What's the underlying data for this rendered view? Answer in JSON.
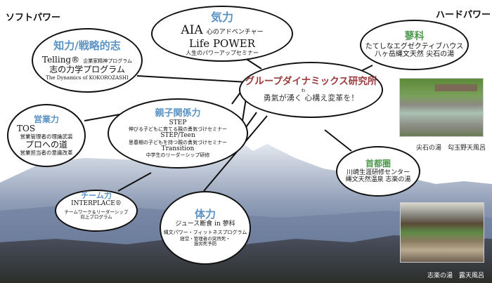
{
  "corners": {
    "soft": "ソフトパワー",
    "hard": "ハードパワー"
  },
  "center": {
    "title": "グループダイナミックス研究所",
    "ruby": "わ",
    "slogan": "勇氣が湧く 心構え変革を！"
  },
  "kiryoku": {
    "heading": "気力",
    "aia": "AIA",
    "aia_sub": "心のアドベンチャー",
    "life": "Life POWER",
    "life_sub": "人生のパワーアップセミナー"
  },
  "chiryoku": {
    "heading": "知力/戦略的志",
    "telling": "Telling®",
    "telling_sub": "企業家精神プログラム",
    "kokoro": "志の力学プログラム",
    "kokoro_en": "The Dynamics of KOKOROZASHI"
  },
  "tateshina": {
    "heading": "蓼科",
    "line1": "たてしなエグゼクティブハウス",
    "line2": "八ヶ岳縄文天然 尖石の湯"
  },
  "eigyo": {
    "heading": "営業力",
    "tos": "TOS",
    "tos_sub": "営業管理者の理論武装",
    "pro": "プロへの道",
    "pro_sub": "営業担当者の意識改革"
  },
  "oyako": {
    "heading": "親子関係力",
    "step": "STEP",
    "step_sub": "伸びる子どもに育てる親の勇気づけセミナー",
    "teen": "STEP/Teen",
    "teen_sub": "思春期の子どもを持つ親の勇気づけセミナー",
    "trans": "Transition",
    "trans_sub": "中学生のリーダーシップ研修"
  },
  "team": {
    "heading": "チーム力",
    "inter": "INTERPLACE®",
    "sub1": "チームワーク＆リーダーシップ",
    "sub2": "向上プログラム"
  },
  "tairyoku": {
    "heading": "体力",
    "l1": "ジュース断食 in 蓼科",
    "l2": "縄文パワー・フィットネスプログラム",
    "l3": "経営・管理者の突然死・",
    "l4": "過労死予防"
  },
  "shuto": {
    "heading": "首都圏",
    "l1": "川崎生涯研修センター",
    "l2": "縄文天然温泉 志楽の湯"
  },
  "photos": {
    "cap1": "尖石の湯　勾玉野天風呂",
    "cap2": "志楽の湯　露天風呂"
  },
  "colors": {
    "heading_blue": "#5b93c4",
    "heading_green": "#4f9a4f",
    "title_red": "#9b3b3b"
  }
}
